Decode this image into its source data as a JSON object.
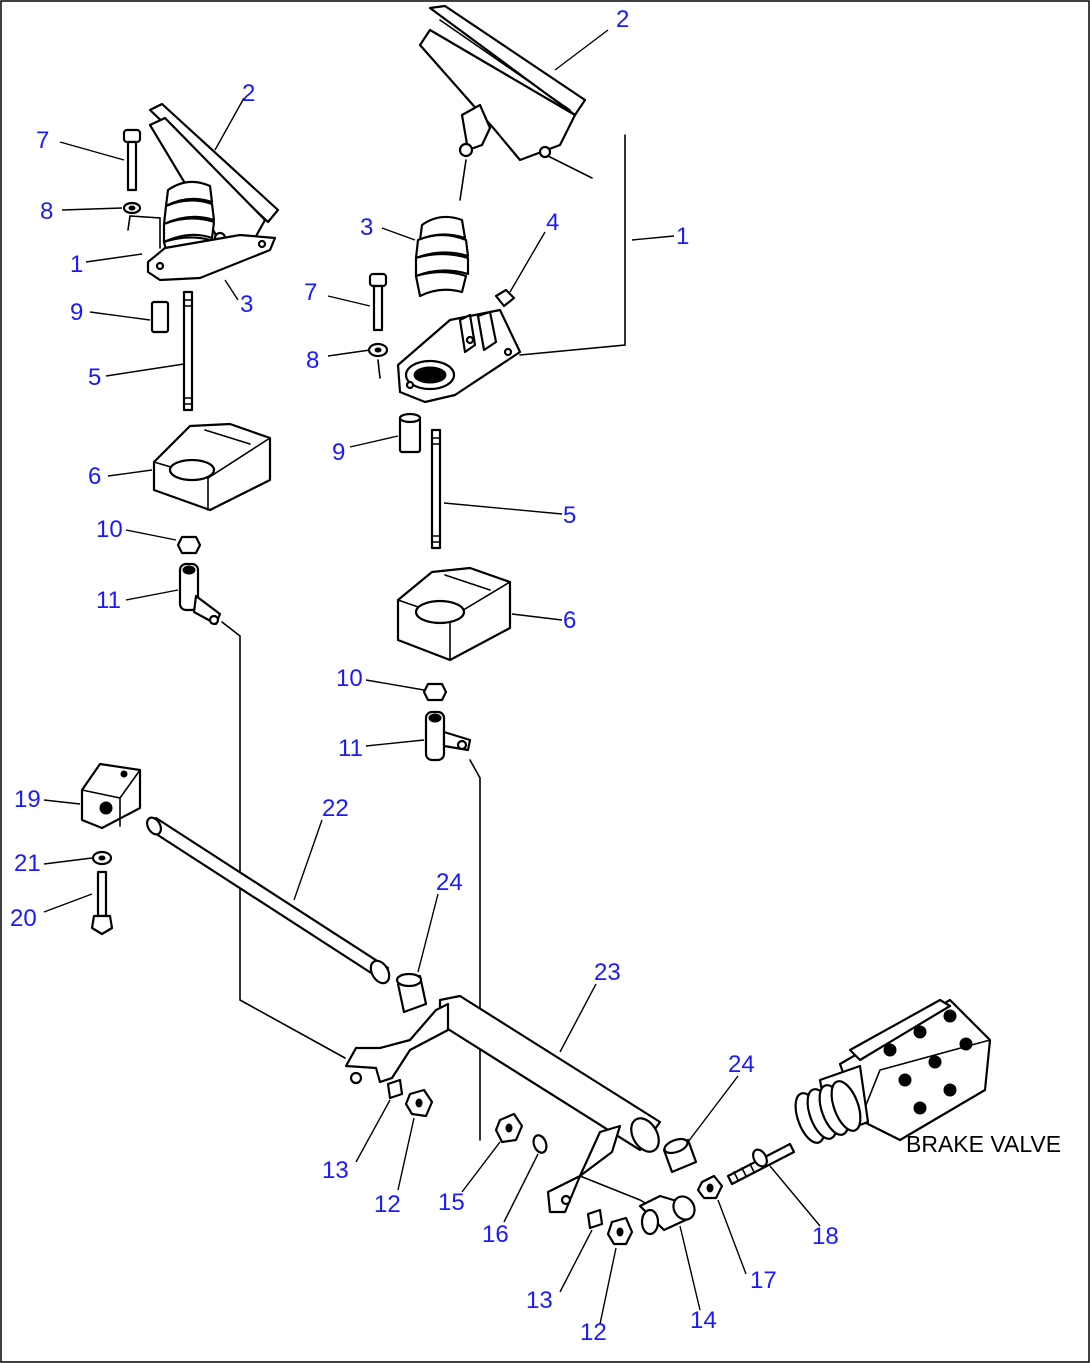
{
  "diagram": {
    "caption": "BRAKE VALVE",
    "callouts": {
      "r_pedal": "2",
      "r_frame": "1",
      "r_boot": "3",
      "r_pin": "4",
      "r_bolt": "7",
      "r_washer": "8",
      "r_bushing": "9",
      "r_rod": "5",
      "r_cover": "6",
      "r_nut": "10",
      "r_joint": "11",
      "l_pedal": "2",
      "l_bolt": "7",
      "l_washer": "8",
      "l_frame": "1",
      "l_boot": "3",
      "l_bushing": "9",
      "l_rod": "5",
      "l_cover": "6",
      "l_nut": "10",
      "l_joint": "11",
      "bracket": "19",
      "washer21": "21",
      "bolt20": "20",
      "shaft": "22",
      "bushing24a": "24",
      "lever": "23",
      "bushing24b": "24",
      "nut13a": "13",
      "nut12a": "12",
      "nut15": "15",
      "washer16": "16",
      "nut13b": "13",
      "nut12b": "12",
      "joint14": "14",
      "nut17": "17",
      "rod18": "18"
    }
  }
}
